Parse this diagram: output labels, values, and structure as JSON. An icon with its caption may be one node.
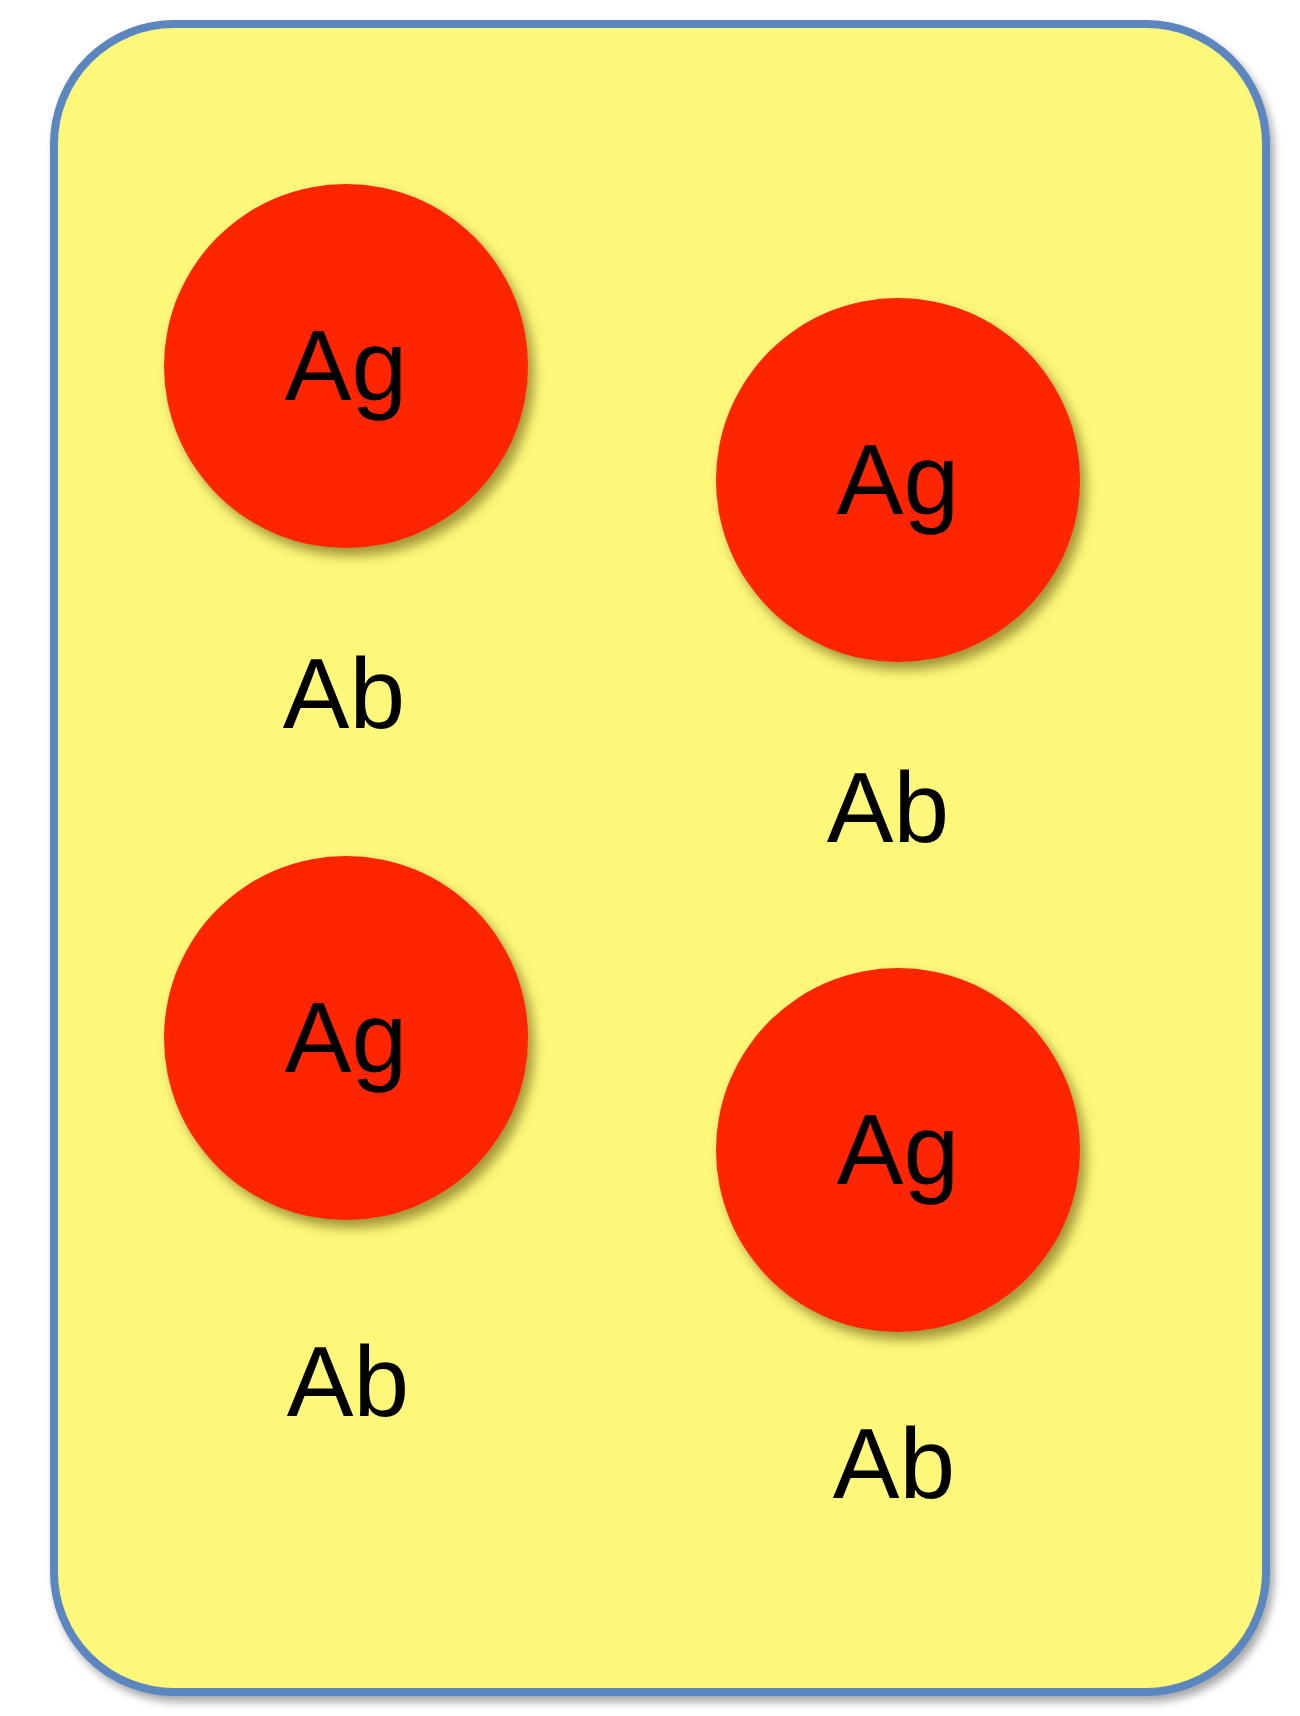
{
  "diagram": {
    "nodes": [
      {
        "text": [],
        "shape": "box"
      },
      {
        "text": [
          "Ag"
        ],
        "in": 0,
        "beside": [
          "Ab"
        ]
      },
      {
        "text": [
          "Ag"
        ],
        "in": 0,
        "beside": [
          "Ab"
        ]
      },
      {
        "text": [
          "Ag"
        ],
        "in": 0,
        "beside": [
          "Ab"
        ]
      },
      {
        "text": [
          "Ag"
        ],
        "in": 0,
        "beside": [
          "Ab"
        ]
      }
    ]
  }
}
